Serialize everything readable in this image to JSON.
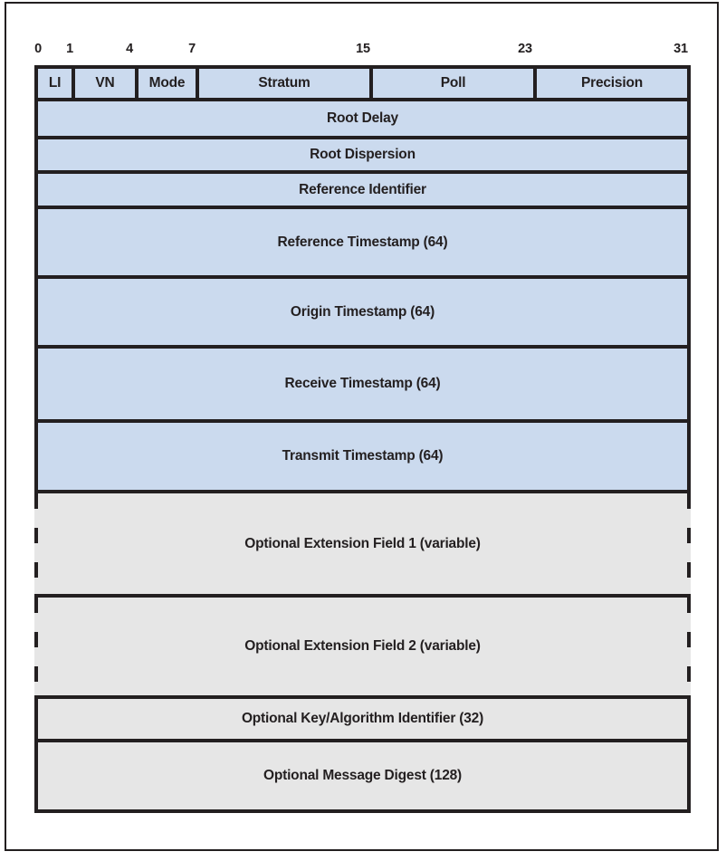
{
  "colors": {
    "required_field_fill": "#cbdaee",
    "optional_field_fill": "#e6e6e6",
    "line_black": "#231f20",
    "page_background": "#ffffff"
  },
  "bit_ruler": [
    "0",
    "1",
    "4",
    "7",
    "15",
    "23",
    "31"
  ],
  "header_fields": [
    {
      "label": "LI"
    },
    {
      "label": "VN"
    },
    {
      "label": "Mode"
    },
    {
      "label": "Stratum"
    },
    {
      "label": "Poll"
    },
    {
      "label": "Precision"
    }
  ],
  "rows": [
    {
      "label": "Root Delay"
    },
    {
      "label": "Root Dispersion"
    },
    {
      "label": "Reference Identifier"
    },
    {
      "label": "Reference Timestamp (64)"
    },
    {
      "label": "Origin Timestamp (64)"
    },
    {
      "label": "Receive Timestamp (64)"
    },
    {
      "label": "Transmit Timestamp (64)"
    },
    {
      "label": "Optional Extension Field 1 (variable)"
    },
    {
      "label": "Optional Extension Field 2 (variable)"
    },
    {
      "label": "Optional Key/Algorithm Identifier (32)"
    },
    {
      "label": "Optional Message Digest (128)"
    }
  ]
}
